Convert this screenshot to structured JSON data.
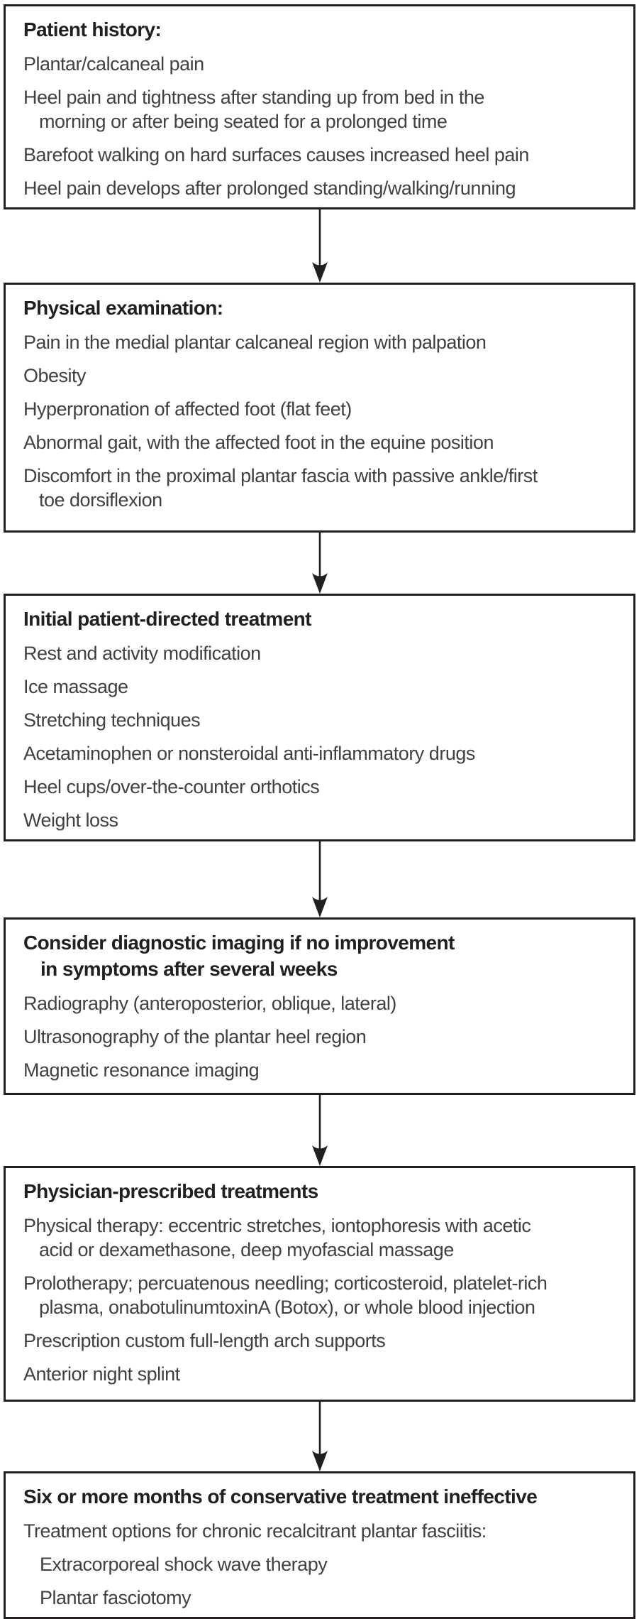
{
  "colors": {
    "border": "#231f20",
    "heading": "#231f20",
    "body_text": "#414042",
    "background": "#ffffff",
    "arrow": "#231f20"
  },
  "flowchart": {
    "boxes": [
      {
        "id": "patient-history",
        "title": "Patient history:",
        "items": [
          {
            "text": "Plantar/calcaneal pain"
          },
          {
            "text": "Heel pain and tightness after standing up from bed in the\nmorning or after being seated for a prolonged time"
          },
          {
            "text": "Barefoot walking on hard surfaces causes increased heel pain"
          },
          {
            "text": "Heel pain develops after prolonged standing/walking/running"
          }
        ]
      },
      {
        "id": "physical-examination",
        "title": "Physical examination:",
        "items": [
          {
            "text": "Pain in the medial plantar calcaneal region with palpation"
          },
          {
            "text": "Obesity"
          },
          {
            "text": "Hyperpronation of affected foot (flat feet)"
          },
          {
            "text": "Abnormal gait, with the affected foot in the equine position"
          },
          {
            "text": "Discomfort in the proximal plantar fascia with passive ankle/first\ntoe dorsiflexion"
          }
        ]
      },
      {
        "id": "initial-patient-directed-treatment",
        "title": "Initial patient-directed treatment",
        "items": [
          {
            "text": "Rest and activity modification"
          },
          {
            "text": "Ice massage"
          },
          {
            "text": "Stretching techniques"
          },
          {
            "text": "Acetaminophen or nonsteroidal anti-inflammatory drugs"
          },
          {
            "text": "Heel cups/over-the-counter orthotics"
          },
          {
            "text": "Weight loss"
          }
        ]
      },
      {
        "id": "diagnostic-imaging",
        "title": "Consider diagnostic imaging if no improvement\nin symptoms after several weeks",
        "items": [
          {
            "text": "Radiography (anteroposterior, oblique, lateral)"
          },
          {
            "text": "Ultrasonography of the plantar heel region"
          },
          {
            "text": "Magnetic resonance imaging"
          }
        ]
      },
      {
        "id": "physician-prescribed-treatments",
        "title": "Physician-prescribed treatments",
        "items": [
          {
            "text": "Physical therapy: eccentric stretches, iontophoresis with acetic\nacid or dexamethasone, deep myofascial massage"
          },
          {
            "text": "Prolotherapy; percuatenous needling; corticosteroid, platelet-rich\nplasma, onabotulinumtoxinA (Botox), or whole blood injection"
          },
          {
            "text": "Prescription custom full-length arch supports"
          },
          {
            "text": "Anterior night splint"
          }
        ]
      },
      {
        "id": "conservative-treatment-ineffective",
        "title": "Six or more months of conservative treatment ineffective",
        "items": [
          {
            "text": "Treatment options for chronic recalcitrant plantar fasciitis:"
          },
          {
            "text": "Extracorporeal shock wave therapy",
            "indent": true
          },
          {
            "text": "Plantar fasciotomy",
            "indent": true
          }
        ]
      }
    ]
  }
}
